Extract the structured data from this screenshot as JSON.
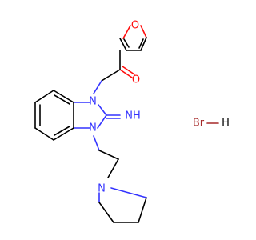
{
  "atoms": {
    "o_ketone": {
      "label": "O",
      "color": "#ff0d0d"
    },
    "o_furan": {
      "label": "O",
      "color": "#ff0d0d"
    },
    "n1": {
      "label": "N",
      "color": "#3333ff"
    },
    "n3": {
      "label": "N",
      "color": "#3333ff"
    },
    "n_imine": {
      "label": "NH",
      "color": "#3333ff"
    },
    "n_pyrrolidine": {
      "label": "N",
      "color": "#3333ff"
    },
    "br": {
      "label": "Br",
      "color": "#a62929"
    },
    "h": {
      "label": "H",
      "color": "#000000"
    }
  }
}
